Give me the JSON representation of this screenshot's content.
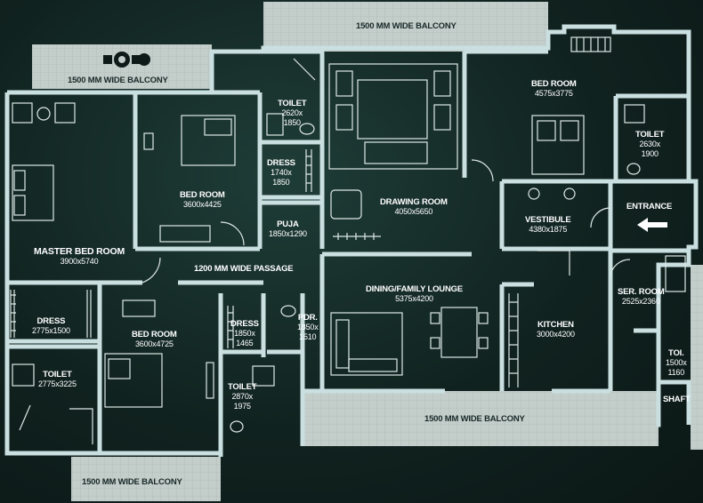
{
  "rooms": {
    "master_bed": {
      "name": "MASTER BED ROOM",
      "dim": "3900x5740"
    },
    "bed_room_top_left": {
      "name": "BED ROOM",
      "dim": "3600x4425"
    },
    "toilet_top": {
      "name": "TOILET",
      "dim": "2620x",
      "dim2": "1850"
    },
    "dress_top": {
      "name": "DRESS",
      "dim": "1740x",
      "dim2": "1850"
    },
    "puja": {
      "name": "PUJA",
      "dim": "1850x1290"
    },
    "drawing_room": {
      "name": "DRAWING ROOM",
      "dim": "4050x5650"
    },
    "bed_room_top_right": {
      "name": "BED ROOM",
      "dim": "4575x3775"
    },
    "toilet_right": {
      "name": "TOILET",
      "dim": "2630x",
      "dim2": "1900"
    },
    "vestibule": {
      "name": "VESTIBULE",
      "dim": "4380x1875"
    },
    "entrance": {
      "name": "ENTRANCE"
    },
    "passage": {
      "name": "1200 MM WIDE PASSAGE"
    },
    "dining": {
      "name": "DINING/FAMILY LOUNGE",
      "dim": "5375x4200"
    },
    "kitchen": {
      "name": "KITCHEN",
      "dim": "3000x4200"
    },
    "ser_room": {
      "name": "SER. ROOM",
      "dim": "2525x2360"
    },
    "dress_left": {
      "name": "DRESS",
      "dim": "2775x1500"
    },
    "toilet_left": {
      "name": "TOILET",
      "dim": "2775x3225"
    },
    "bed_room_bottom": {
      "name": "BED ROOM",
      "dim": "3600x4725"
    },
    "dress_mid": {
      "name": "DRESS",
      "dim": "1850x",
      "dim2": "1465"
    },
    "pdr": {
      "name": "PDR.",
      "dim": "1850x",
      "dim2": "1510"
    },
    "toilet_bottom": {
      "name": "TOILET",
      "dim": "2870x",
      "dim2": "1975"
    },
    "toi_small": {
      "name": "TOI.",
      "dim": "1500x",
      "dim2": "1160"
    },
    "shaft": {
      "name": "SHAFT"
    }
  },
  "balconies": {
    "top": "1500 MM WIDE BALCONY",
    "left": "1500 MM WIDE BALCONY",
    "bottom_right": "1500 MM WIDE BALCONY",
    "bottom_left": "1500 MM WIDE BALCONY"
  },
  "colors": {
    "wall": "#c9dfe0",
    "balcony": "#c3cdca",
    "background": "#132a26",
    "linework": "#dde8e6"
  }
}
